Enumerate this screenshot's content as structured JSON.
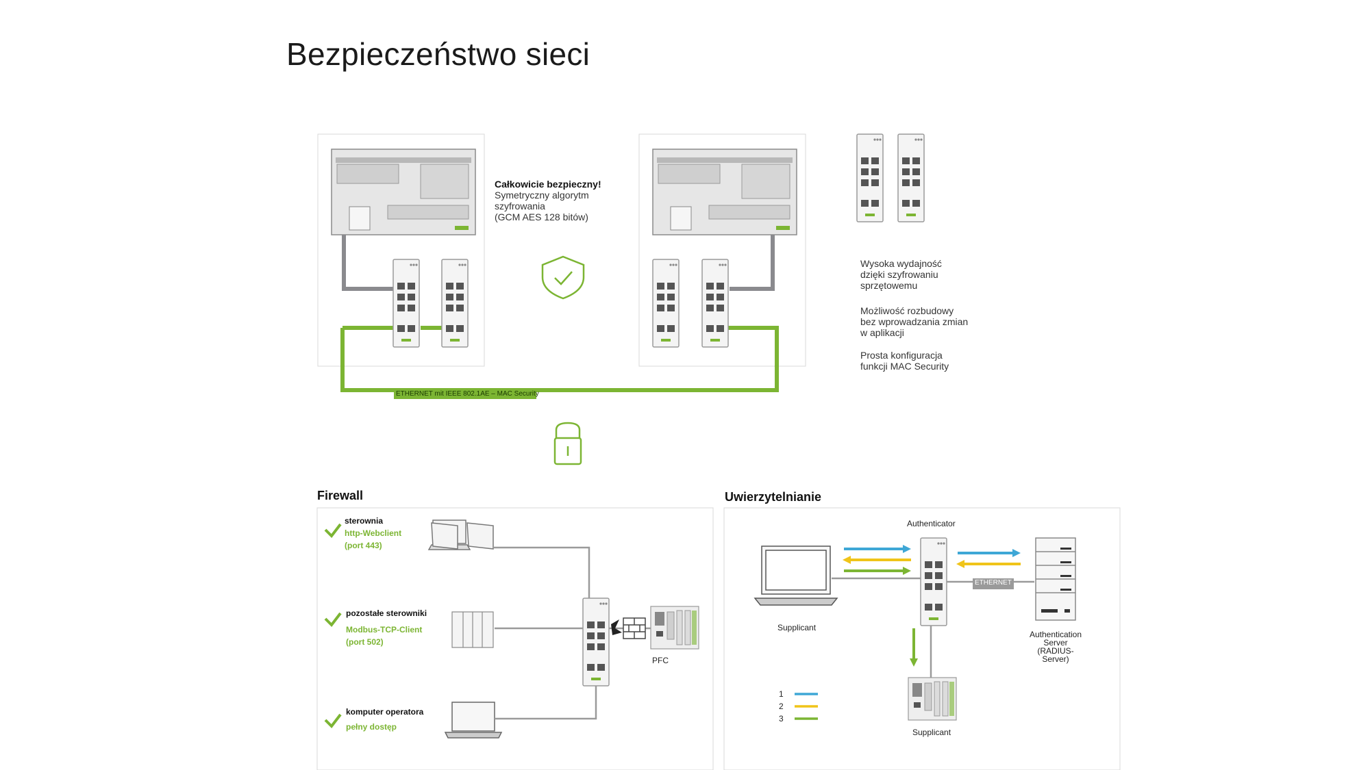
{
  "title": "Bezpieczeństwo sieci",
  "encryption": {
    "heading": "Całkowicie bezpieczny!",
    "lines": [
      "Symetryczny algorytm",
      "szyfrowania",
      "(GCM AES 128 bitów)"
    ]
  },
  "ethernet_label": "ETHERNET mit IEEE 802.1AE – MAC Security",
  "benefits": [
    [
      "Wysoka wydajność",
      "dzięki szyfrowaniu",
      "sprzętowemu"
    ],
    [
      "Możliwość rozbudowy",
      "bez wprowadzania zmian",
      "w aplikacji"
    ],
    [
      "Prosta konfiguracja",
      "funkcji MAC Security"
    ]
  ],
  "firewall": {
    "heading": "Firewall",
    "items": [
      {
        "label": "sterownia",
        "protocol": "http-Webclient",
        "port": "(port 443)"
      },
      {
        "label": "pozostałe sterowniki",
        "protocol": "Modbus-TCP-Client",
        "port": "(port 502)"
      },
      {
        "label": "komputer operatora",
        "protocol": "pełny dostęp",
        "port": ""
      }
    ],
    "pfc_label": "PFC"
  },
  "auth": {
    "heading": "Uwierzytelnianie",
    "authenticator": "Authenticator",
    "supplicant_left": "Supplicant",
    "supplicant_bottom": "Supplicant",
    "server_lines": [
      "Authentication",
      "Server",
      "(RADIUS-Server)"
    ],
    "ethernet": "ETHERNET",
    "legend": [
      "1",
      "2",
      "3"
    ]
  },
  "colors": {
    "green": "#7cb533",
    "blue": "#3ea7d6",
    "yellow": "#f0c419",
    "cable_gray": "#8a8a8e"
  }
}
